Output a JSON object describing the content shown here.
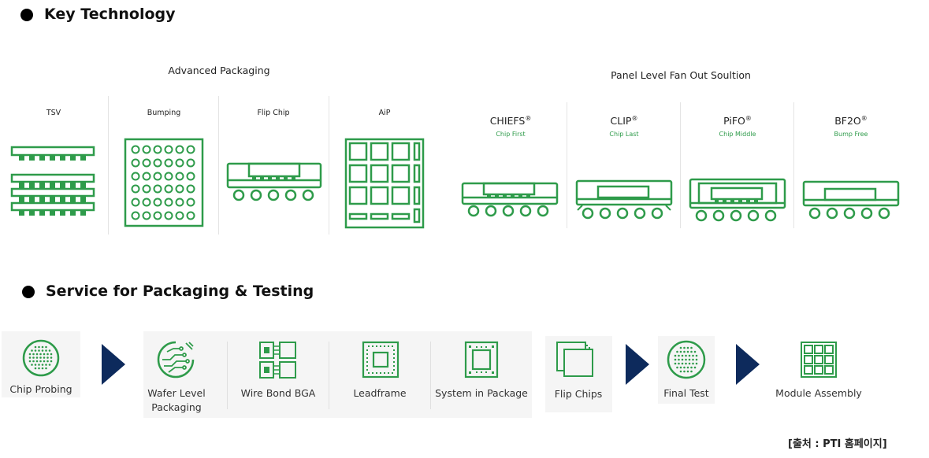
{
  "sections": {
    "key_technology": "Key Technology",
    "service": "Service for Packaging & Testing"
  },
  "advanced_packaging": {
    "title": "Advanced Packaging",
    "items": [
      "TSV",
      "Bumping",
      "Flip Chip",
      "AiP"
    ]
  },
  "panel_level": {
    "title": "Panel Level Fan Out Soultion",
    "items": [
      {
        "name": "CHIEFS",
        "mark": "®",
        "sub": "Chip First"
      },
      {
        "name": "CLIP",
        "mark": "®",
        "sub": "Chip Last"
      },
      {
        "name": "PiFO",
        "mark": "®",
        "sub": "Chip Middle"
      },
      {
        "name": "BF2O",
        "mark": "®",
        "sub": "Bump Free"
      }
    ]
  },
  "service_flow": [
    "Chip Probing",
    "Wafer Level Packaging",
    "Wire Bond BGA",
    "Leadframe",
    "System in Package",
    "Flip Chips",
    "Final Test",
    "Module Assembly"
  ],
  "source": "[출처 : PTI 홈페이지]",
  "colors": {
    "green": "#2e9b4a",
    "arrow": "#0d2a5c",
    "panel": "#f5f5f5"
  }
}
